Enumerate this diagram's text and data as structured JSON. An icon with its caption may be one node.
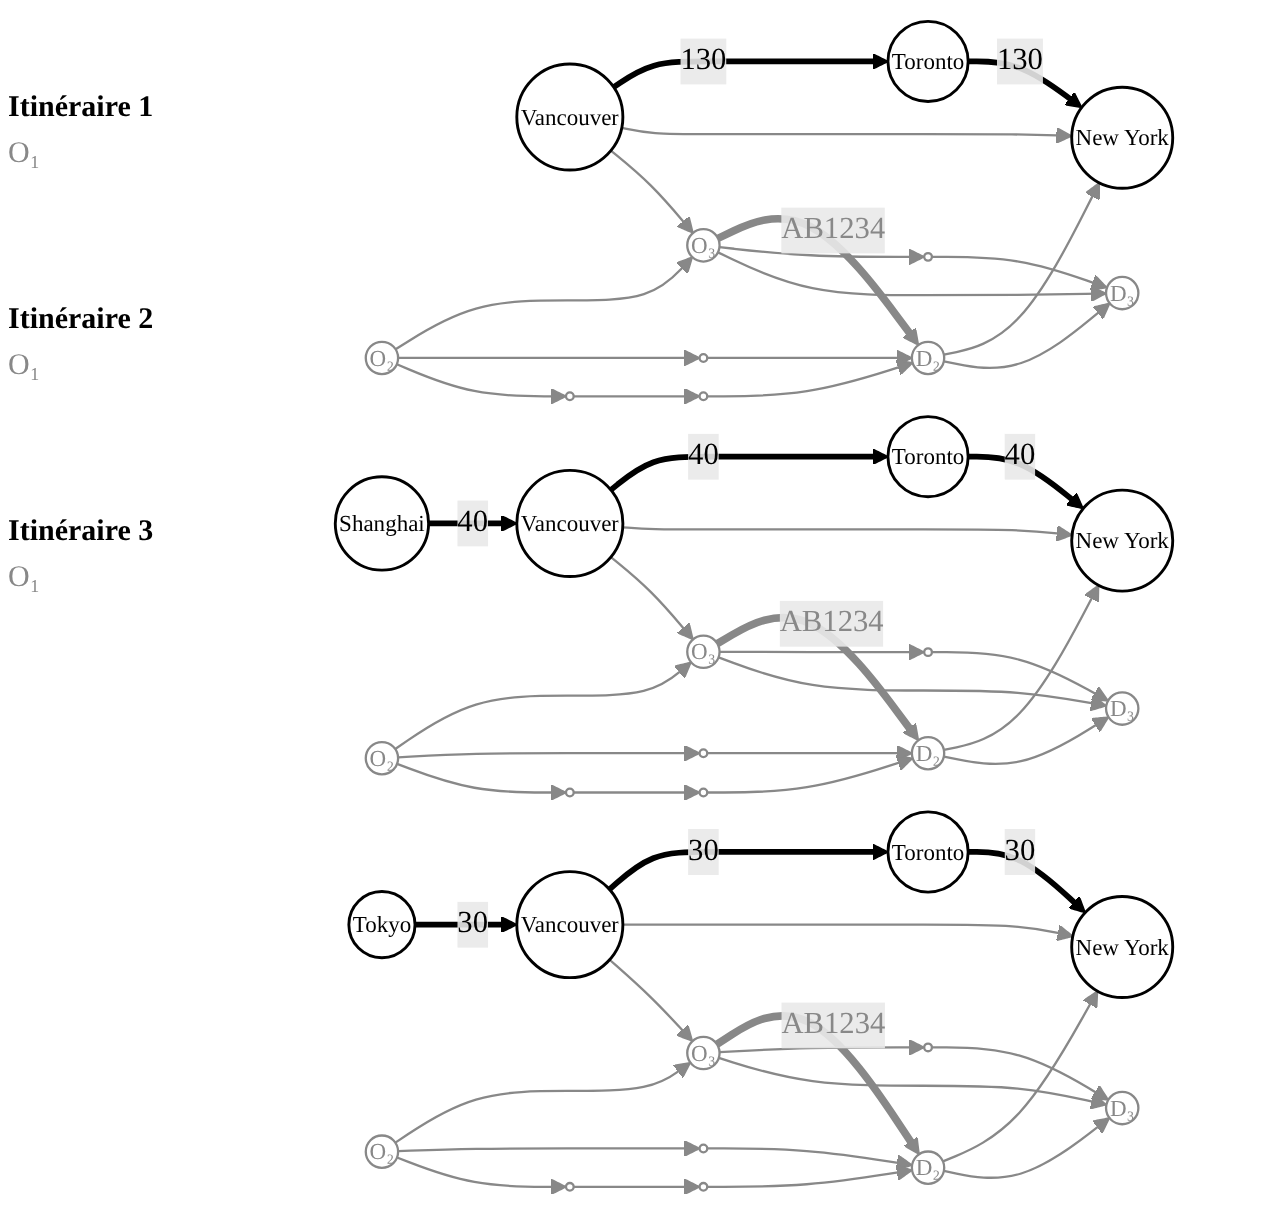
{
  "diagram": {
    "nodes": [
      {
        "text": [
          "Vancouver"
        ]
      },
      {
        "text": [
          "Toronto"
        ]
      },
      {
        "text": [
          "New York"
        ]
      },
      {
        "text": [
          "O₂"
        ]
      },
      {
        "text": [
          "O₃"
        ]
      },
      {
        "text": [
          "D₂"
        ]
      },
      {
        "text": [],
        "shape": "circle"
      },
      {
        "text": [],
        "shape": "circle"
      },
      {
        "text": [],
        "shape": "circle"
      },
      {
        "text": [],
        "shape": "circle"
      },
      {
        "text": [
          "D₃"
        ]
      },
      {
        "text": [
          "Shanghai"
        ]
      },
      {
        "text": [
          "Vancouver"
        ]
      },
      {
        "text": [
          "Toronto"
        ]
      },
      {
        "text": [
          "New York"
        ]
      },
      {
        "text": [
          "O₂"
        ]
      },
      {
        "text": [
          "O₃"
        ]
      },
      {
        "text": [
          "D₂"
        ]
      },
      {
        "text": [],
        "shape": "circle"
      },
      {
        "text": [],
        "shape": "circle"
      },
      {
        "text": [],
        "shape": "circle"
      },
      {
        "text": [],
        "shape": "circle"
      },
      {
        "text": [
          "D₃"
        ]
      },
      {
        "text": [
          "Tokyo"
        ]
      },
      {
        "text": [
          "Vancouver"
        ]
      },
      {
        "text": [
          "Toronto"
        ]
      },
      {
        "text": [
          "New York"
        ]
      },
      {
        "text": [
          "O₂"
        ]
      },
      {
        "text": [
          "O₃"
        ]
      },
      {
        "text": [
          "D₂"
        ]
      },
      {
        "text": [],
        "shape": "circle"
      },
      {
        "text": [],
        "shape": "circle"
      },
      {
        "text": [],
        "shape": "circle"
      },
      {
        "text": [],
        "shape": "circle"
      },
      {
        "text": [
          "D₃"
        ]
      }
    ],
    "edges": [
      {
        "from": 0,
        "to": 1,
        "arrow": "to",
        "label": "130",
        "style": "thick",
        "color": "#000000"
      },
      {
        "from": 1,
        "to": 2,
        "arrow": "to",
        "label": "130",
        "style": "thick",
        "color": "#000000"
      },
      {
        "from": 0,
        "to": 2,
        "arrow": "to"
      },
      {
        "from": 0,
        "to": 4,
        "arrow": "to"
      },
      {
        "from": 3,
        "to": 4,
        "arrow": "to"
      },
      {
        "from": 3,
        "to": 6,
        "arrow": "to"
      },
      {
        "from": 3,
        "to": 7,
        "arrow": "to"
      },
      {
        "from": 4,
        "to": 5,
        "arrow": "to",
        "label": "AB1234",
        "style": "thick"
      },
      {
        "from": 4,
        "to": 9,
        "arrow": "to"
      },
      {
        "from": 4,
        "to": 10,
        "arrow": "to"
      },
      {
        "from": 6,
        "to": 5,
        "arrow": "to"
      },
      {
        "from": 7,
        "to": 8,
        "arrow": "to"
      },
      {
        "from": 8,
        "to": 5,
        "arrow": "to"
      },
      {
        "from": 5,
        "to": 2,
        "arrow": "to"
      },
      {
        "from": 5,
        "to": 10,
        "arrow": "to"
      },
      {
        "from": 9,
        "to": 10,
        "arrow": "to"
      },
      {
        "from": 11,
        "to": 12,
        "arrow": "to",
        "label": "40",
        "style": "thick",
        "color": "#000000"
      },
      {
        "from": 12,
        "to": 13,
        "arrow": "to",
        "label": "40",
        "style": "thick",
        "color": "#000000"
      },
      {
        "from": 13,
        "to": 14,
        "arrow": "to",
        "label": "40",
        "style": "thick",
        "color": "#000000"
      },
      {
        "from": 12,
        "to": 14,
        "arrow": "to"
      },
      {
        "from": 12,
        "to": 16,
        "arrow": "to"
      },
      {
        "from": 15,
        "to": 16,
        "arrow": "to"
      },
      {
        "from": 15,
        "to": 18,
        "arrow": "to"
      },
      {
        "from": 15,
        "to": 19,
        "arrow": "to"
      },
      {
        "from": 16,
        "to": 17,
        "arrow": "to",
        "label": "AB1234",
        "style": "thick"
      },
      {
        "from": 16,
        "to": 21,
        "arrow": "to"
      },
      {
        "from": 16,
        "to": 22,
        "arrow": "to"
      },
      {
        "from": 18,
        "to": 17,
        "arrow": "to"
      },
      {
        "from": 19,
        "to": 20,
        "arrow": "to"
      },
      {
        "from": 20,
        "to": 17,
        "arrow": "to"
      },
      {
        "from": 17,
        "to": 14,
        "arrow": "to"
      },
      {
        "from": 17,
        "to": 22,
        "arrow": "to"
      },
      {
        "from": 21,
        "to": 22,
        "arrow": "to"
      },
      {
        "from": 23,
        "to": 24,
        "arrow": "to",
        "label": "30",
        "style": "thick",
        "color": "#000000"
      },
      {
        "from": 24,
        "to": 25,
        "arrow": "to",
        "label": "30",
        "style": "thick",
        "color": "#000000"
      },
      {
        "from": 25,
        "to": 26,
        "arrow": "to",
        "label": "30",
        "style": "thick",
        "color": "#000000"
      },
      {
        "from": 24,
        "to": 26,
        "arrow": "to"
      },
      {
        "from": 24,
        "to": 28,
        "arrow": "to"
      },
      {
        "from": 27,
        "to": 28,
        "arrow": "to"
      },
      {
        "from": 27,
        "to": 30,
        "arrow": "to"
      },
      {
        "from": 27,
        "to": 31,
        "arrow": "to"
      },
      {
        "from": 28,
        "to": 29,
        "arrow": "to",
        "label": "AB1234",
        "style": "thick"
      },
      {
        "from": 28,
        "to": 33,
        "arrow": "to"
      },
      {
        "from": 28,
        "to": 34,
        "arrow": "to"
      },
      {
        "from": 30,
        "to": 29,
        "arrow": "to"
      },
      {
        "from": 31,
        "to": 32,
        "arrow": "to"
      },
      {
        "from": 32,
        "to": 29,
        "arrow": "to"
      },
      {
        "from": 29,
        "to": 26,
        "arrow": "to"
      },
      {
        "from": 29,
        "to": 34,
        "arrow": "to"
      },
      {
        "from": 33,
        "to": 34,
        "arrow": "to"
      }
    ],
    "labels": [
      "Itinéraire 1",
      "O₁",
      "Itinéraire 2",
      "O₁",
      "Itinéraire 3",
      "O₁"
    ]
  }
}
